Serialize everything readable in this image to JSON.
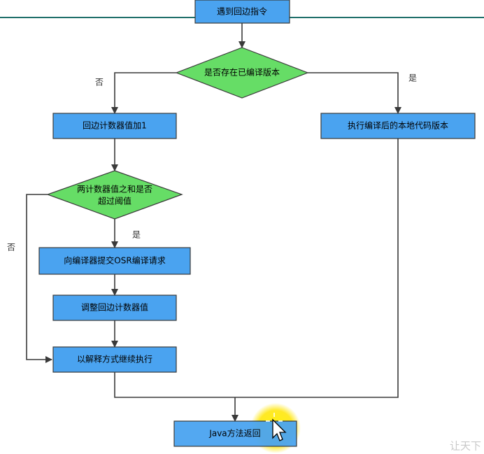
{
  "colors": {
    "box_fill": "#4aa3f0",
    "box_stroke": "#3a3a3a",
    "diamond_fill": "#66dd66",
    "line": "#3a3a3a",
    "top_rule": "#1f6f6a",
    "highlight": "#ffe500"
  },
  "nodes": {
    "start": "遇到回边指令",
    "has_compiled": "是否存在已编译版本",
    "run_compiled": "执行编译后的本地代码版本",
    "increment_counter": "回边计数器值加1",
    "threshold_line1": "两计数器值之和是否",
    "threshold_line2": "超过阈值",
    "submit_osr": "向编译器提交OSR编译请求",
    "adjust_counter": "调整回边计数器值",
    "interpret": "以解释方式继续执行",
    "return": "Java方法返回"
  },
  "edges": {
    "no_left": "否",
    "yes_right": "是",
    "yes_down": "是",
    "no_far_left": "否"
  },
  "watermark": "让天下"
}
